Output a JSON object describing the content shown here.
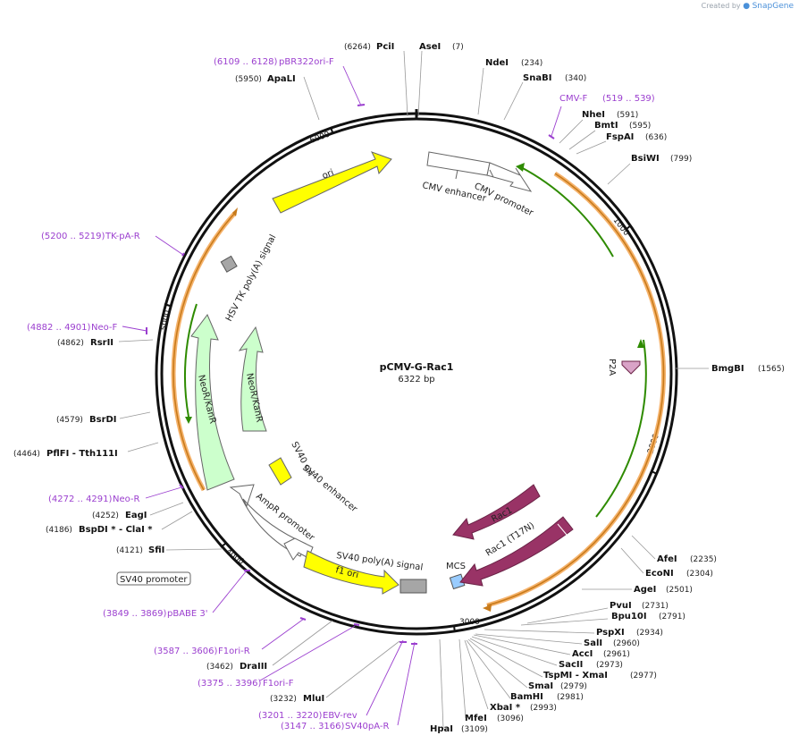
{
  "brand": {
    "prefix": "Created by",
    "name": "SnapGene"
  },
  "plasmid": {
    "name": "pCMV-G-Rac1",
    "size_label": "6322 bp",
    "length": 6322
  },
  "tick_labels": [
    "1000",
    "2000",
    "3000",
    "4000",
    "5000",
    "6000"
  ],
  "enzymes": [
    {
      "name": "PciI",
      "pos": "(6264)"
    },
    {
      "name": "AseI",
      "pos": "(7)"
    },
    {
      "name": "NdeI",
      "pos": "(234)"
    },
    {
      "name": "SnaBI",
      "pos": "(340)"
    },
    {
      "name": "NheI",
      "pos": "(591)"
    },
    {
      "name": "BmtI",
      "pos": "(595)"
    },
    {
      "name": "FspAI",
      "pos": "(636)"
    },
    {
      "name": "BsiWI",
      "pos": "(799)"
    },
    {
      "name": "BmgBI",
      "pos": "(1565)"
    },
    {
      "name": "AfeI",
      "pos": "(2235)"
    },
    {
      "name": "EcoNI",
      "pos": "(2304)"
    },
    {
      "name": "AgeI",
      "pos": "(2501)"
    },
    {
      "name": "PvuI",
      "pos": "(2731)"
    },
    {
      "name": "Bpu10I",
      "pos": "(2791)"
    },
    {
      "name": "PspXI",
      "pos": "(2934)"
    },
    {
      "name": "SalI",
      "pos": "(2960)"
    },
    {
      "name": "AccI",
      "pos": "(2961)"
    },
    {
      "name": "SacII",
      "pos": "(2973)"
    },
    {
      "name": "TspMI - XmaI",
      "pos": "(2977)"
    },
    {
      "name": "SmaI",
      "pos": "(2979)"
    },
    {
      "name": "BamHI",
      "pos": "(2981)"
    },
    {
      "name": "XbaI *",
      "pos": "(2993)"
    },
    {
      "name": "MfeI",
      "pos": "(3096)"
    },
    {
      "name": "HpaI",
      "pos": "(3109)"
    },
    {
      "name": "MluI",
      "pos": "(3232)"
    },
    {
      "name": "DraIII",
      "pos": "(3462)"
    },
    {
      "name": "SfiI",
      "pos": "(4121)"
    },
    {
      "name": "BspDI * - ClaI *",
      "pos": "(4186)"
    },
    {
      "name": "EagI",
      "pos": "(4252)"
    },
    {
      "name": "PflFI - Tth111I",
      "pos": "(4464)"
    },
    {
      "name": "BsrDI",
      "pos": "(4579)"
    },
    {
      "name": "RsrII",
      "pos": "(4862)"
    },
    {
      "name": "ApaLI",
      "pos": "(5950)"
    }
  ],
  "primers": [
    {
      "name": "pBR322ori-F",
      "range": "(6109 .. 6128)"
    },
    {
      "name": "CMV-F",
      "range": "(519 .. 539)"
    },
    {
      "name": "TK-pA-R",
      "range": "(5200 .. 5219)"
    },
    {
      "name": "Neo-F",
      "range": "(4882 .. 4901)"
    },
    {
      "name": "Neo-R",
      "range": "(4272 .. 4291)"
    },
    {
      "name": "pBABE 3'",
      "range": "(3849 .. 3869)"
    },
    {
      "name": "F1ori-R",
      "range": "(3587 .. 3606)"
    },
    {
      "name": "F1ori-F",
      "range": "(3375 .. 3396)"
    },
    {
      "name": "EBV-rev",
      "range": "(3201 .. 3220)"
    },
    {
      "name": "SV40pA-R",
      "range": "(3147 .. 3166)"
    }
  ],
  "features": {
    "ori": "ori",
    "cmv_enhancer": "CMV enhancer",
    "cmv_promoter": "CMV promoter",
    "hsv_tk": "HSV TK poly(A) signal",
    "neo_outer": "NeoR/KanR",
    "neo_inner": "NeoR/KanR",
    "p2a": "P2A",
    "sv40_ori": "SV40 ori",
    "sv40_enh": "SV40 enhancer",
    "ampr_promoter": "AmpR promoter",
    "sv40_polya": "SV40 poly(A) signal",
    "f1_ori": "f1 ori",
    "mcs": "MCS",
    "rac1": "Rac1",
    "rac1_t17n": "Rac1 (T17N)",
    "sv40_promoter": "SV40 promoter"
  },
  "colors": {
    "ori": "#ffff00",
    "cmv": "#ffffff",
    "neo": "#ccffcc",
    "rac1": "#993366",
    "p2a": "#d9a3c7",
    "mcs": "#99ccff",
    "polya": "#a6a6a6",
    "orange_arc": "#f5b26b",
    "green_arc": "#2e8b00",
    "primer": "#9b3fcf"
  }
}
